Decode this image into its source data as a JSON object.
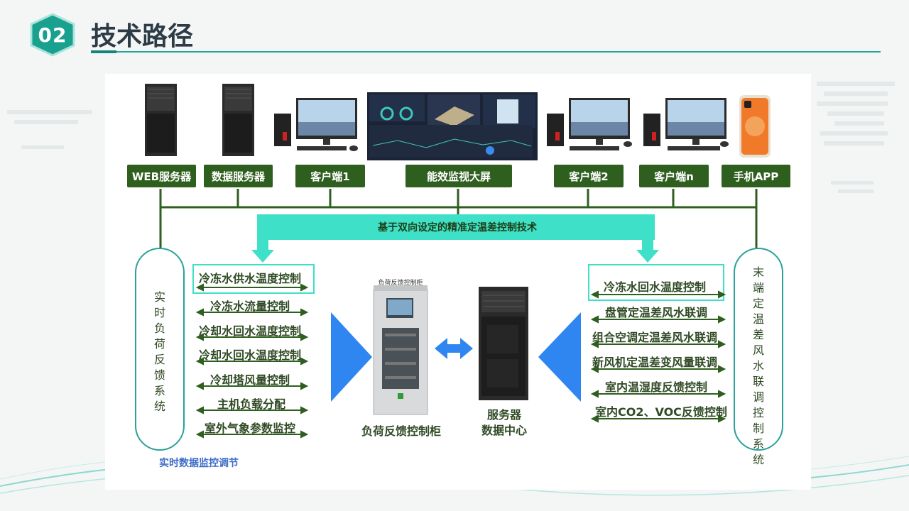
{
  "header": {
    "number": "02",
    "title": "技术路径"
  },
  "devices": {
    "web_server": "WEB服务器",
    "data_server": "数据服务器",
    "client1": "客户端1",
    "big_screen": "能效监视大屏",
    "client2": "客户端2",
    "clientn": "客户端n",
    "mobile_app": "手机APP"
  },
  "banner": "基于双向设定的精准定温差控制技术",
  "left_system": "实时负荷反馈系统",
  "right_system": "末端定温差风水联调控制系统",
  "left_controls": [
    "冷冻水供水温度控制",
    "冷冻水流量控制",
    "冷却水回水温度控制",
    "冷却水回水温度控制",
    "冷却塔风量控制",
    "主机负载分配",
    "室外气象参数监控"
  ],
  "right_controls": [
    "冷冻水回水温度控制",
    "盘管定温差风水联调",
    "组合空调定温差风水联调",
    "新风机定温差变风量联调",
    "室内温湿度反馈控制",
    "室内CO2、VOC反馈控制"
  ],
  "cabinet_caption": "负荷反馈控制柜",
  "cabinet_plate": "负荷反馈控制柜",
  "server_caption_1": "服务器",
  "server_caption_2": "数据中心",
  "footer_caption": "实时数据监控调节",
  "colors": {
    "accent": "#1aa08f",
    "device_box": "#2f5f1f",
    "banner": "#3ee0c8",
    "arrow_blue": "#2f86f0",
    "line_green": "#2f5f1f"
  }
}
